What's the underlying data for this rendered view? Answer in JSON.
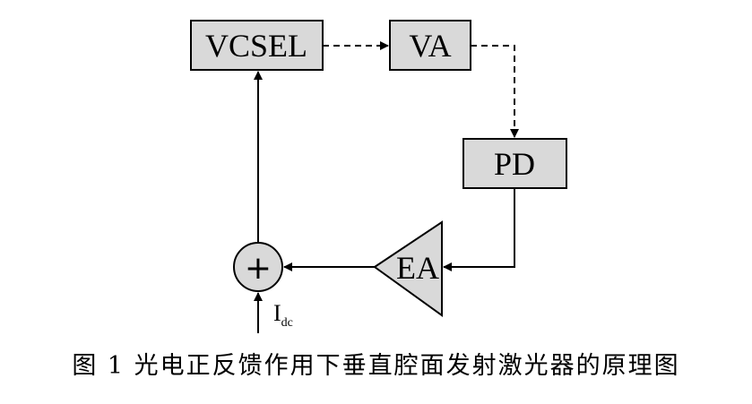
{
  "blocks": {
    "vcsel": "VCSEL",
    "va": "VA",
    "pd": "PD",
    "ea": "EA",
    "sum": "+"
  },
  "input": {
    "main": "I",
    "sub": "dc"
  },
  "caption": "图 1 光电正反馈作用下垂直腔面发射激光器的原理图"
}
